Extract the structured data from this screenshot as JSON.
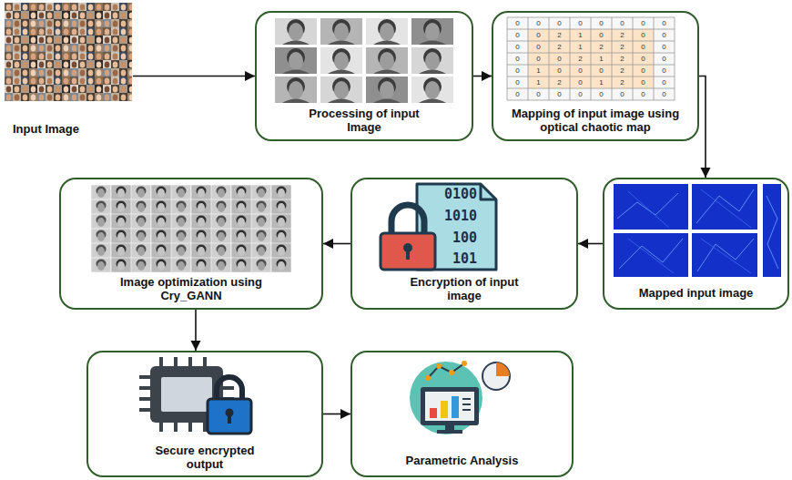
{
  "diagram": {
    "nodes": [
      {
        "text": [
          "Input Image"
        ]
      },
      {
        "text": [
          "Processing of input Image"
        ]
      },
      {
        "text": [
          "Mapping of input image using optical chaotic map"
        ]
      },
      {
        "text": [
          "Mapped input image"
        ]
      },
      {
        "text": [
          "Encryption of input image"
        ]
      },
      {
        "text": [
          "Image optimization using Cry_GANN"
        ]
      },
      {
        "text": [
          "Secure encrypted output"
        ]
      },
      {
        "text": [
          "Parametric Analysis"
        ]
      }
    ],
    "edges": [
      {
        "from": 0,
        "to": 1,
        "arrow": "to"
      },
      {
        "from": 1,
        "to": 2,
        "arrow": "to"
      },
      {
        "from": 2,
        "to": 3,
        "arrow": "to"
      },
      {
        "from": 3,
        "to": 4,
        "arrow": "to"
      },
      {
        "from": 4,
        "to": 5,
        "arrow": "to"
      },
      {
        "from": 5,
        "to": 6,
        "arrow": "to"
      },
      {
        "from": 6,
        "to": 7,
        "arrow": "to"
      }
    ],
    "labels": [
      "0",
      "0",
      "0",
      "0",
      "0",
      "0",
      "0",
      "0",
      "0",
      "0",
      "2",
      "1",
      "0",
      "2",
      "0",
      "0",
      "0",
      "0",
      "2",
      "1",
      "2",
      "2",
      "0",
      "0",
      "0",
      "0",
      "0",
      "2",
      "1",
      "2",
      "0",
      "0",
      "0",
      "1",
      "0",
      "0",
      "0",
      "2",
      "0",
      "0",
      "0",
      "1",
      "2",
      "0",
      "1",
      "2",
      "0",
      "0",
      "0",
      "0",
      "0",
      "0",
      "0",
      "0",
      "0",
      "0",
      "0100",
      "1010",
      "100",
      "101"
    ]
  }
}
